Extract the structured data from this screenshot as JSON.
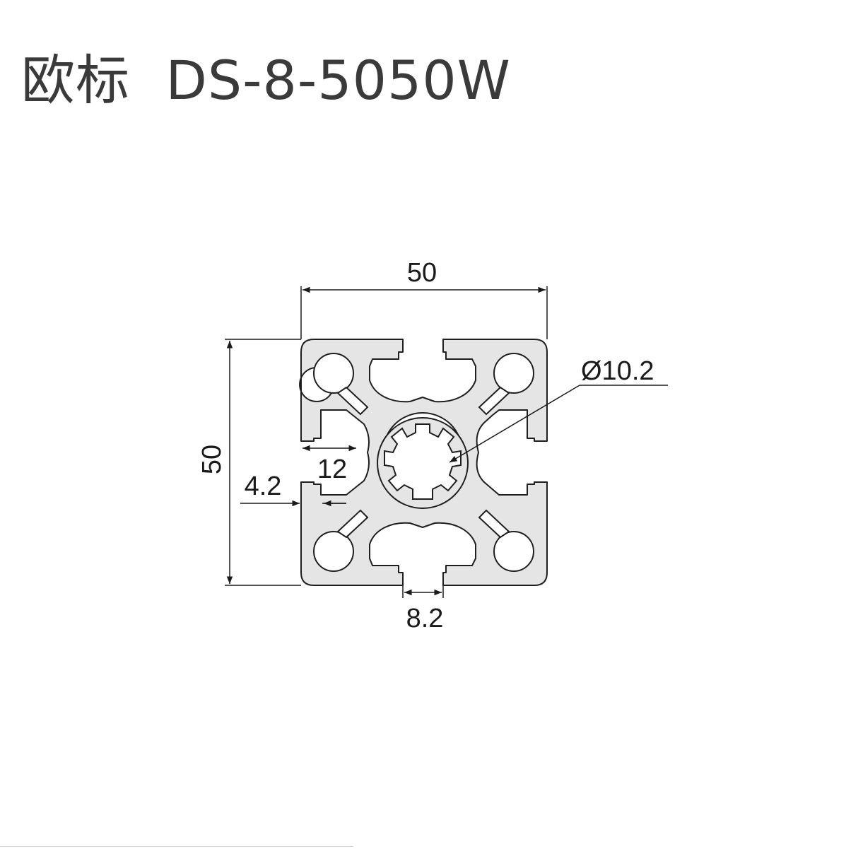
{
  "title": "欧标  DS-8-5050W",
  "dimensions": {
    "width": "50",
    "height": "50",
    "diameter": "Ø10.2",
    "slot_depth": "12",
    "wall": "4.2",
    "slot_width": "8.2"
  },
  "colors": {
    "profile_fill": "#e5e5e5",
    "outline": "#1f1f1f",
    "title_text": "#3a3a3a"
  }
}
